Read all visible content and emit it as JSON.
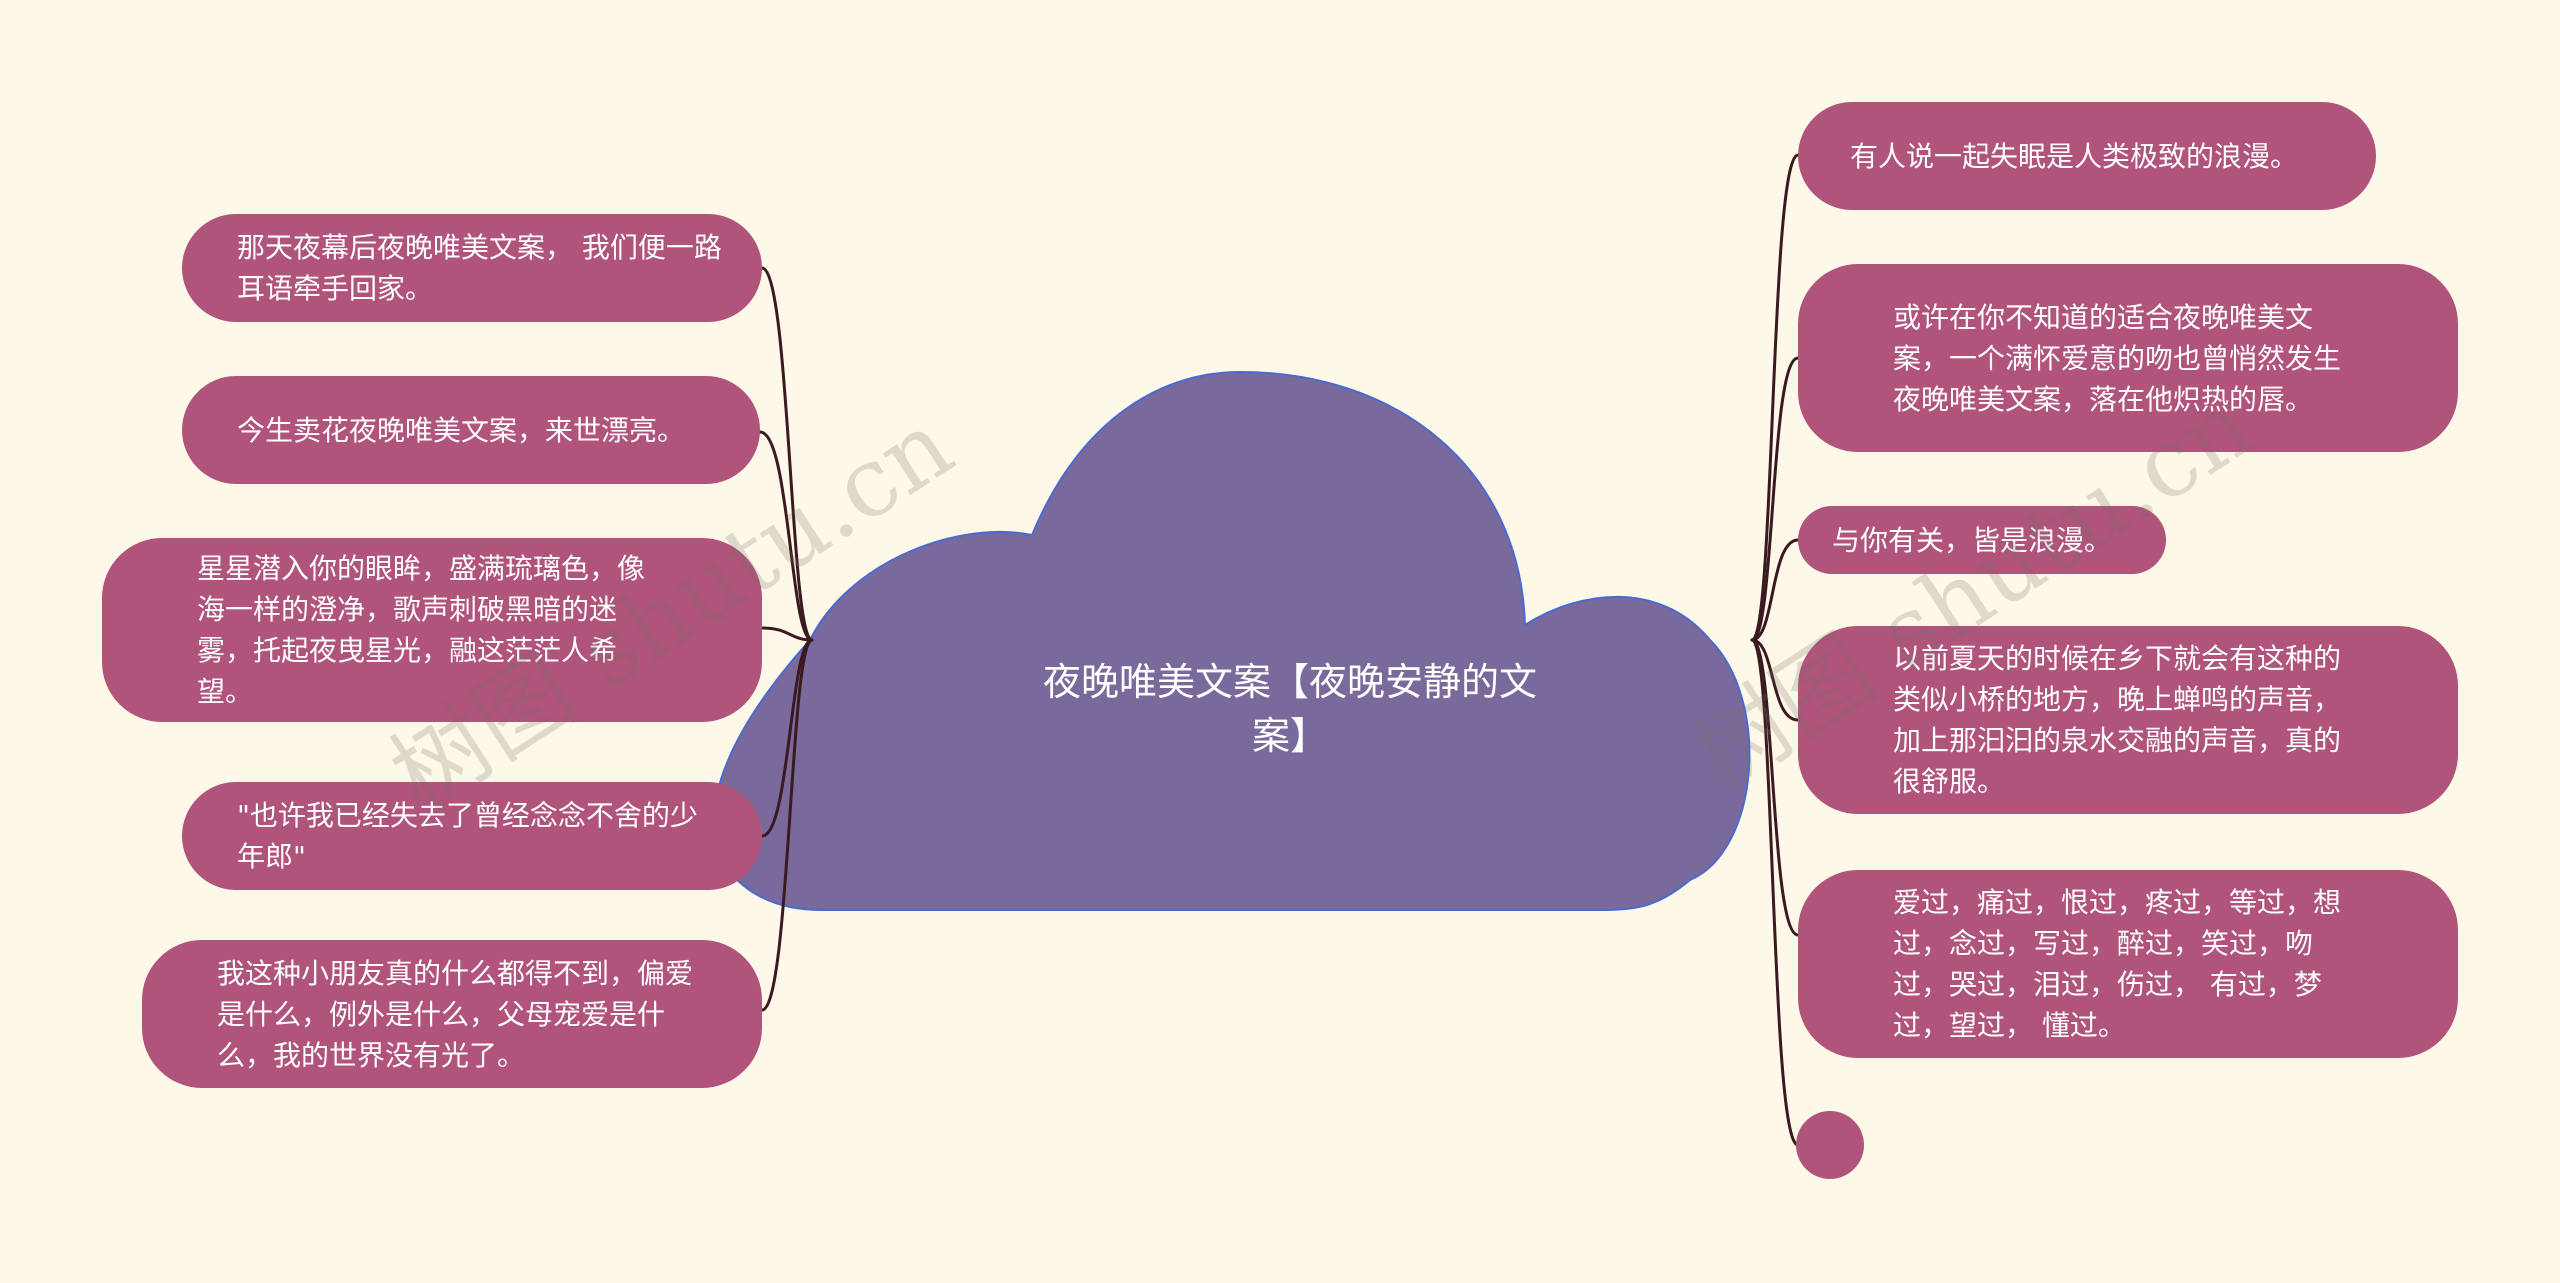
{
  "root": {
    "label": "夜晚唯美文案【夜晚安静的文案】"
  },
  "left_nodes": [
    {
      "text": "那天夜幕后夜晚唯美文案， 我们便一路耳语牵手回家。"
    },
    {
      "text": "今生卖花夜晚唯美文案，来世漂亮。"
    },
    {
      "text": "星星潜入你的眼眸，盛满琉璃色，像海一样的澄净，歌声刺破黑暗的迷雾，托起夜曳星光，融这茫茫人希望。"
    },
    {
      "text": "\"也许我已经失去了曾经念念不舍的少年郎\""
    },
    {
      "text": "我这种小朋友真的什么都得不到，偏爱是什么，例外是什么，父母宠爱是什么，我的世界没有光了。"
    }
  ],
  "right_nodes": [
    {
      "text": "有人说一起失眠是人类极致的浪漫。"
    },
    {
      "text": "或许在你不知道的适合夜晚唯美文案，一个满怀爱意的吻也曾悄然发生夜晚唯美文案，落在他炽热的唇。"
    },
    {
      "text": "与你有关，皆是浪漫。"
    },
    {
      "text": "以前夏天的时候在乡下就会有这种的类似小桥的地方，晚上蝉鸣的声音，加上那汩汩的泉水交融的声音，真的很舒服。"
    },
    {
      "text": "爱过，痛过，恨过，疼过，等过，想过，念过，写过，醉过，笑过，吻过，哭过，泪过，伤过， 有过，梦过，望过， 懂过。"
    },
    {
      "text": ""
    }
  ],
  "watermarks": [
    "树图 shutu.cn",
    "树图 shutu.cn"
  ],
  "colors": {
    "background": "#fdf8e8",
    "node_fill": "#b0547b",
    "root_fill": "#7a6a9b",
    "root_stroke": "#4a6ad0",
    "connector": "#3a1a20",
    "text": "#ffffff"
  }
}
